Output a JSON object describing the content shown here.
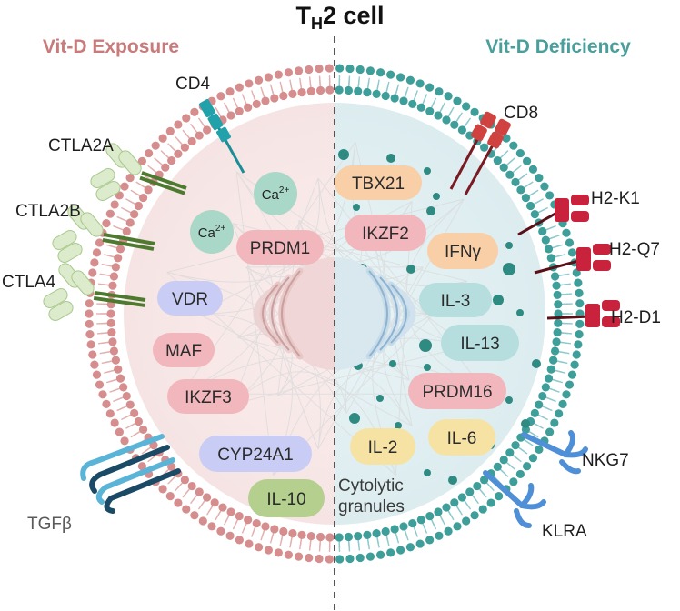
{
  "title": {
    "main": "T",
    "sub": "H",
    "rest": "2 cell"
  },
  "left_heading": "Vit-D Exposure",
  "right_heading": "Vit-D Deficiency",
  "colors": {
    "left_accent": "#c97b7b",
    "right_accent": "#4a9e9c",
    "pill_pink": "#f2b7bd",
    "pill_lavender": "#c9cdf5",
    "pill_green": "#b5cf8f",
    "pill_peach": "#f9cfa7",
    "pill_teal": "#b6dede",
    "pill_yellow": "#f6e3a3",
    "receptor_crimson": "#c8223c",
    "receptor_blue": "#4f8fd8",
    "receptor_green": "#a9c98d"
  },
  "receptors_left": [
    "CD4",
    "CTLA2A",
    "CTLA2B",
    "CTLA4",
    "TGFβ"
  ],
  "receptors_right": [
    "CD8",
    "H2-K1",
    "H2-Q7",
    "H2-D1",
    "NKG7",
    "KLRA"
  ],
  "calcium": {
    "label": "Ca",
    "sup": "2+"
  },
  "left_molecules": [
    "PRDM1",
    "VDR",
    "MAF",
    "IKZF3",
    "CYP24A1",
    "IL-10"
  ],
  "right_molecules": [
    "TBX21",
    "IKZF2",
    "IFNγ",
    "IL-3",
    "IL-13",
    "PRDM16",
    "IL-2",
    "IL-6"
  ],
  "granules_label": [
    "Cytolytic",
    "granules"
  ]
}
